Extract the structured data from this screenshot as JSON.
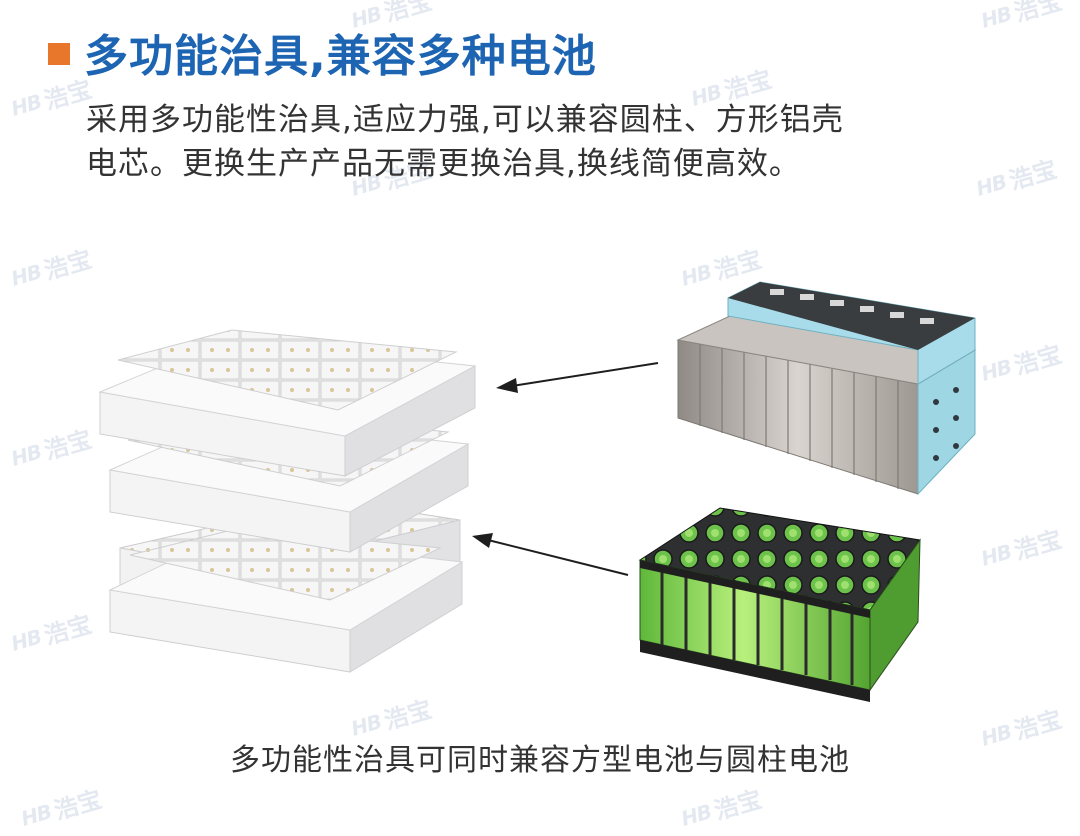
{
  "heading": {
    "title": "多功能治具,兼容多种电池"
  },
  "description": {
    "line1": "采用多功能性治具,适应力强,可以兼容圆柱、方形铝壳",
    "line2": "电芯。更换生产产品无需更换治具,换线简便高效。"
  },
  "figure": {
    "caption": "多功能性治具可同时兼容方型电池与圆柱电池",
    "items": [
      "multi-layer-fixture",
      "prismatic-aluminum-cells",
      "cylindrical-cell-pack"
    ]
  },
  "watermark": {
    "mark": "HB",
    "text": "浩宝"
  },
  "colors": {
    "accent": "#e8772b",
    "title": "#1d64b2",
    "text": "#333333"
  }
}
